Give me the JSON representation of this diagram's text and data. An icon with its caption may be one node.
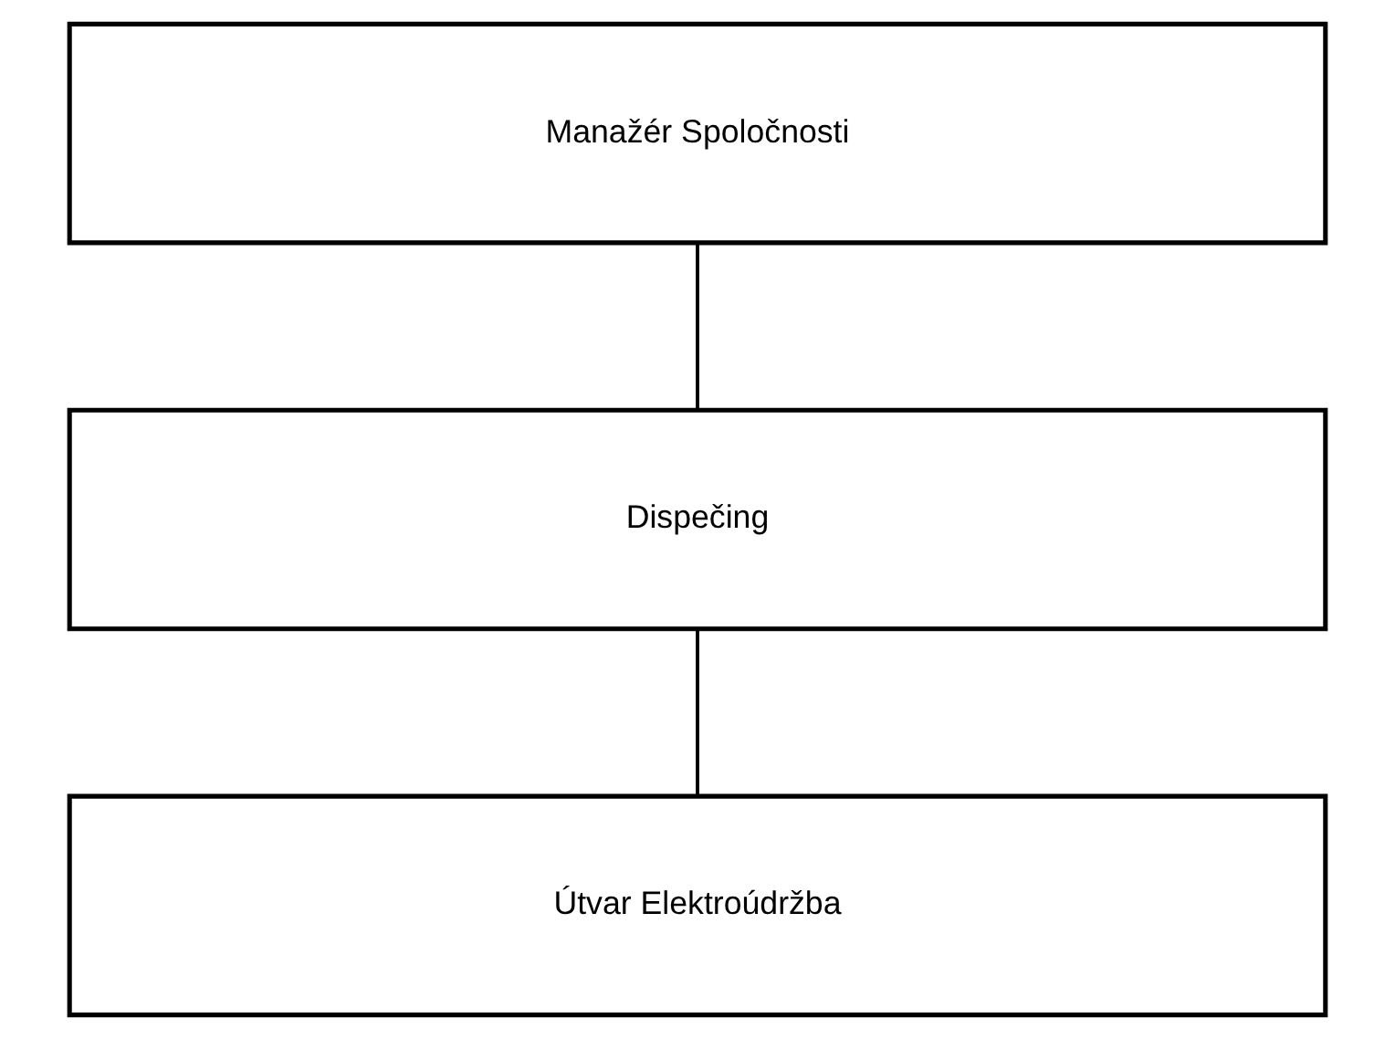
{
  "diagram": {
    "nodes": [
      {
        "text": [
          "Manažér Spoločnosti"
        ]
      },
      {
        "text": [
          "Dispečing"
        ]
      },
      {
        "text": [
          "Útvar Elektroúdržba"
        ]
      }
    ],
    "edges": [
      {
        "from": 0,
        "to": 1,
        "arrow": "none"
      },
      {
        "from": 1,
        "to": 2,
        "arrow": "none"
      }
    ]
  }
}
